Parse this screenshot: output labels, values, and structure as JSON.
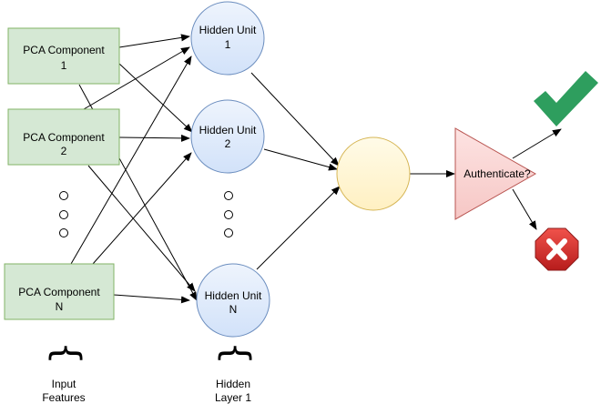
{
  "inputs": [
    {
      "line1": "PCA Component",
      "line2": "1"
    },
    {
      "line1": "PCA Component",
      "line2": "2"
    },
    {
      "line1": "PCA Component",
      "line2": "N"
    }
  ],
  "hidden": [
    {
      "line1": "Hidden Unit",
      "line2": "1"
    },
    {
      "line1": "Hidden Unit",
      "line2": "2"
    },
    {
      "line1": "Hidden Unit",
      "line2": "N"
    }
  ],
  "decision": {
    "label": "Authenticate?"
  },
  "captions": {
    "input_line1": "Input",
    "input_line2": "Features",
    "hidden_line1": "Hidden",
    "hidden_line2": "Layer 1"
  },
  "icons": {
    "accept": "checkmark-icon",
    "reject": "stop-x-icon"
  },
  "colors": {
    "input_fill": "#d5e8d4",
    "input_stroke": "#82b366",
    "hidden_fill": "#dae8fc",
    "hidden_stroke": "#6c8ebf",
    "output_fill": "#fff2cc",
    "output_stroke": "#d6b656",
    "decision_fill": "#f8cecc",
    "decision_stroke": "#b85450",
    "check": "#2e9e5e",
    "reject": "#d32f2f"
  }
}
